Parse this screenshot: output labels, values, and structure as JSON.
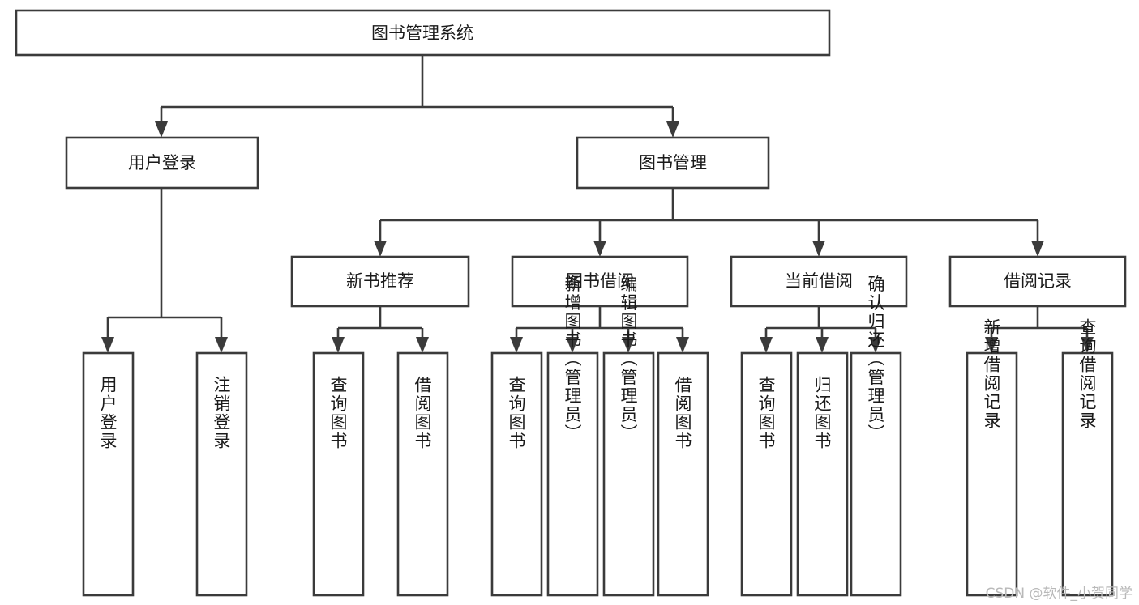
{
  "diagram": {
    "title": "图书管理系统",
    "type": "hierarchy-tree",
    "watermark": "CSDN @软件_小贺同学",
    "colors": {
      "stroke": "#3b3b3b",
      "fill": "#ffffff",
      "text": "#1a1a1a",
      "watermark": "#b9b9b9"
    },
    "levels": {
      "root": "图书管理系统",
      "level2": [
        "用户登录",
        "图书管理"
      ],
      "level3": [
        "新书推荐",
        "图书借阅",
        "当前借阅",
        "借阅记录"
      ]
    },
    "nodes": {
      "root": {
        "label": "图书管理系统",
        "orientation": "horizontal"
      },
      "user_login": {
        "label": "用户登录",
        "orientation": "horizontal"
      },
      "book_manage": {
        "label": "图书管理",
        "orientation": "horizontal"
      },
      "new_book_rec": {
        "label": "新书推荐",
        "orientation": "horizontal"
      },
      "book_borrow": {
        "label": "图书借阅",
        "orientation": "horizontal"
      },
      "current_borrow": {
        "label": "当前借阅",
        "orientation": "horizontal"
      },
      "borrow_record": {
        "label": "借阅记录",
        "orientation": "horizontal"
      },
      "leaf_user_login": {
        "label": "用户登录",
        "orientation": "vertical"
      },
      "leaf_logout": {
        "label": "注销登录",
        "orientation": "vertical"
      },
      "leaf_query_book_1": {
        "label": "查询图书",
        "orientation": "vertical"
      },
      "leaf_borrow_book_1": {
        "label": "借阅图书",
        "orientation": "vertical"
      },
      "leaf_query_book_2": {
        "label": "查询图书",
        "orientation": "vertical"
      },
      "leaf_add_book": {
        "label": "新增图书（管理员）",
        "orientation": "vertical"
      },
      "leaf_edit_book": {
        "label": "编辑图书（管理员）",
        "orientation": "vertical"
      },
      "leaf_borrow_book_2": {
        "label": "借阅图书",
        "orientation": "vertical"
      },
      "leaf_query_book_3": {
        "label": "查询图书",
        "orientation": "vertical"
      },
      "leaf_return_book": {
        "label": "归还图书",
        "orientation": "vertical"
      },
      "leaf_confirm_return": {
        "label": "确认归还（管理员）",
        "orientation": "vertical"
      },
      "leaf_add_record": {
        "label": "新增借阅记录",
        "orientation": "vertical"
      },
      "leaf_query_record": {
        "label": "查询借阅记录",
        "orientation": "vertical"
      }
    },
    "tree": [
      {
        "label": "图书管理系统",
        "children": [
          {
            "label": "用户登录",
            "children": [
              {
                "label": "用户登录"
              },
              {
                "label": "注销登录"
              }
            ]
          },
          {
            "label": "图书管理",
            "children": [
              {
                "label": "新书推荐",
                "children": [
                  {
                    "label": "查询图书"
                  },
                  {
                    "label": "借阅图书"
                  }
                ]
              },
              {
                "label": "图书借阅",
                "children": [
                  {
                    "label": "查询图书"
                  },
                  {
                    "label": "新增图书（管理员）"
                  },
                  {
                    "label": "编辑图书（管理员）"
                  },
                  {
                    "label": "借阅图书"
                  }
                ]
              },
              {
                "label": "当前借阅",
                "children": [
                  {
                    "label": "查询图书"
                  },
                  {
                    "label": "归还图书"
                  },
                  {
                    "label": "确认归还（管理员）"
                  }
                ]
              },
              {
                "label": "借阅记录",
                "children": [
                  {
                    "label": "新增借阅记录"
                  },
                  {
                    "label": "查询借阅记录"
                  }
                ]
              }
            ]
          }
        ]
      }
    ]
  }
}
